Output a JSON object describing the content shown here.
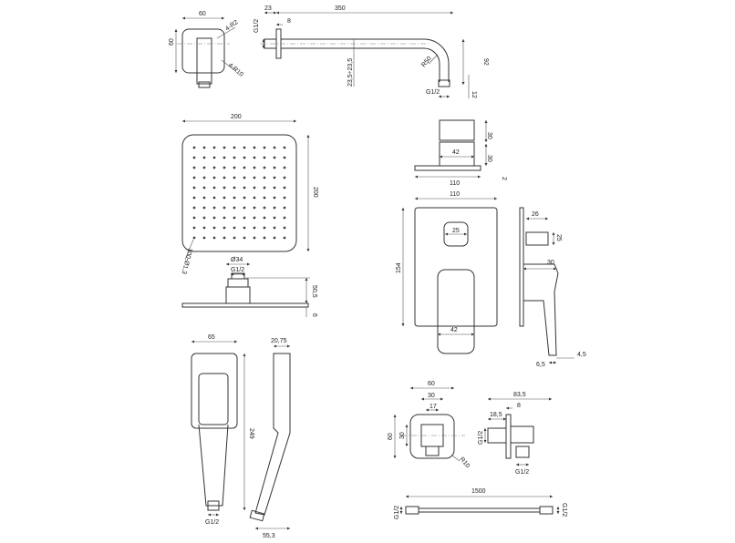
{
  "wall_flange": {
    "width": "60",
    "height": "60",
    "radius_outer": "4-R2",
    "radius_inner": "4-R10"
  },
  "shower_arm": {
    "flange_depth": "23",
    "length": "350",
    "flange_thickness": "8",
    "thread_in": "G1/2",
    "pipe_dia": "23,5÷23,5",
    "bend_radius": "R50",
    "drop": "92",
    "nozzle": "12",
    "thread_out": "G1/2"
  },
  "head_top": {
    "width": "200",
    "height": "200",
    "nozzles": "100-Ø1,3"
  },
  "head_side": {
    "connector_dia": "Ø34",
    "thread": "G1/2",
    "height": "50,5",
    "thickness": "6"
  },
  "mixer_top": {
    "knob_h1": "30",
    "knob_h2": "30",
    "knob_w": "42",
    "plate_w": "110",
    "plate_t": "2"
  },
  "mixer_front": {
    "plate_w": "110",
    "plate_h": "154",
    "diverter": "25",
    "handle_w": "42"
  },
  "mixer_side": {
    "diverter_d": "26",
    "diverter_w": "25",
    "handle_h": "30",
    "depth1": "6,5",
    "depth2": "4,5"
  },
  "hand_shower": {
    "width": "65",
    "length": "249",
    "thread": "G1/2",
    "side_t": "20,75",
    "side_depth": "55,3"
  },
  "outlet_front": {
    "width": "60",
    "inner": "30",
    "hole": "17",
    "height": "60",
    "inner_h": "30",
    "radius": "R10"
  },
  "outlet_side": {
    "depth": "83,5",
    "flange": "8",
    "stub": "18,5",
    "thread_in": "G1/2",
    "thread_out": "G1/2"
  },
  "hose": {
    "length": "1500",
    "thread_left": "G1/2",
    "thread_right": "G1/2"
  }
}
